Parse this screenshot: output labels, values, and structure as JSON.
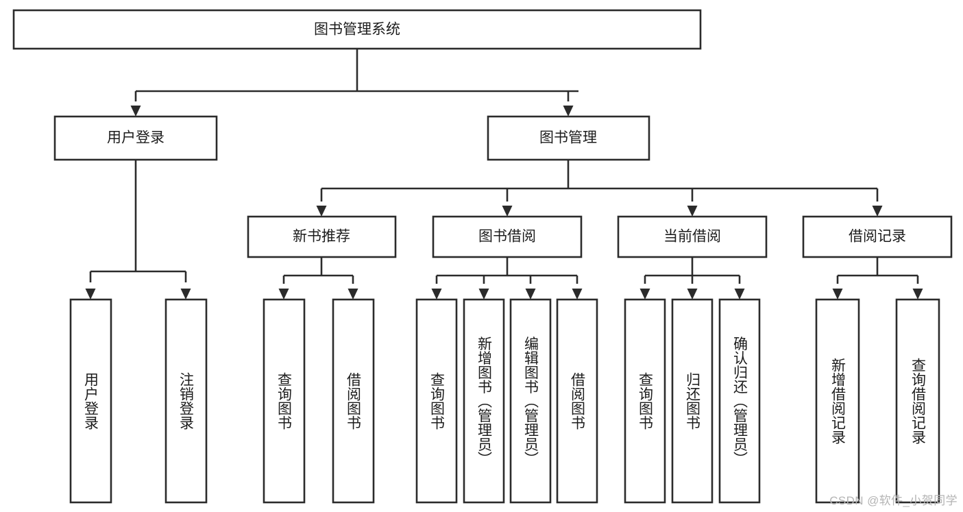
{
  "diagram": {
    "type": "tree-hierarchy",
    "title": "图书管理系统",
    "watermark": "CSDN @软件_小贺同学",
    "colors": {
      "stroke": "#2b2b2b",
      "fill": "#ffffff",
      "text": "#1c1c1c",
      "watermark": "#b4b4b4"
    },
    "levels": [
      {
        "level": 1,
        "nodes": [
          {
            "id": "root",
            "label": "图书管理系统",
            "orientation": "horizontal"
          }
        ]
      },
      {
        "level": 2,
        "nodes": [
          {
            "id": "user-login",
            "label": "用户登录",
            "orientation": "horizontal",
            "parent": "root"
          },
          {
            "id": "book-manage",
            "label": "图书管理",
            "orientation": "horizontal",
            "parent": "root"
          }
        ]
      },
      {
        "level": 3,
        "nodes": [
          {
            "id": "new-book-rec",
            "label": "新书推荐",
            "orientation": "horizontal",
            "parent": "book-manage"
          },
          {
            "id": "book-borrow",
            "label": "图书借阅",
            "orientation": "horizontal",
            "parent": "book-manage"
          },
          {
            "id": "current-borrow",
            "label": "当前借阅",
            "orientation": "horizontal",
            "parent": "book-manage"
          },
          {
            "id": "borrow-record",
            "label": "借阅记录",
            "orientation": "horizontal",
            "parent": "book-manage"
          }
        ]
      },
      {
        "level": 4,
        "nodes": [
          {
            "id": "leaf-user-login",
            "label": "用户登录",
            "orientation": "vertical",
            "parent": "user-login"
          },
          {
            "id": "leaf-user-logout",
            "label": "注销登录",
            "orientation": "vertical",
            "parent": "user-login"
          },
          {
            "id": "leaf-query-book-1",
            "label": "查询图书",
            "orientation": "vertical",
            "parent": "new-book-rec"
          },
          {
            "id": "leaf-borrow-book-1",
            "label": "借阅图书",
            "orientation": "vertical",
            "parent": "new-book-rec"
          },
          {
            "id": "leaf-query-book-2",
            "label": "查询图书",
            "orientation": "vertical",
            "parent": "book-borrow"
          },
          {
            "id": "leaf-add-book",
            "label": "新增图书（管理员）",
            "orientation": "vertical",
            "parent": "book-borrow"
          },
          {
            "id": "leaf-edit-book",
            "label": "编辑图书（管理员）",
            "orientation": "vertical",
            "parent": "book-borrow"
          },
          {
            "id": "leaf-borrow-book-2",
            "label": "借阅图书",
            "orientation": "vertical",
            "parent": "book-borrow"
          },
          {
            "id": "leaf-query-book-3",
            "label": "查询图书",
            "orientation": "vertical",
            "parent": "current-borrow"
          },
          {
            "id": "leaf-return-book",
            "label": "归还图书",
            "orientation": "vertical",
            "parent": "current-borrow"
          },
          {
            "id": "leaf-confirm-return",
            "label": "确认归还（管理员）",
            "orientation": "vertical",
            "parent": "current-borrow"
          },
          {
            "id": "leaf-add-record",
            "label": "新增借阅记录",
            "orientation": "vertical",
            "parent": "borrow-record"
          },
          {
            "id": "leaf-query-record",
            "label": "查询借阅记录",
            "orientation": "vertical",
            "parent": "borrow-record"
          }
        ]
      }
    ]
  }
}
